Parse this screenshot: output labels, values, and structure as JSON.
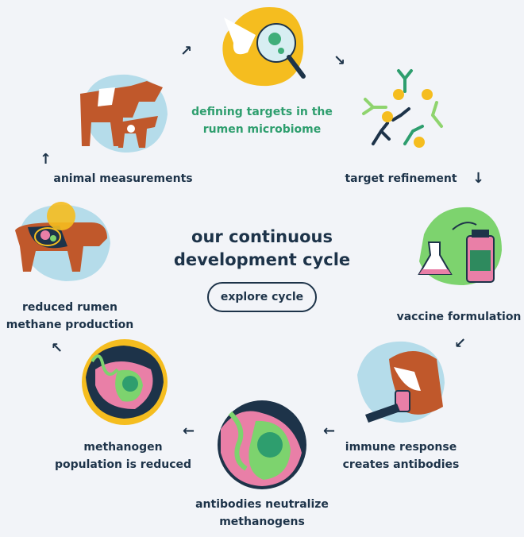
{
  "title_line1": "our continuous",
  "title_line2": "development cycle",
  "explore_button": "explore cycle",
  "colors": {
    "navy": "#1d3349",
    "green_text": "#2e9e6e",
    "yellow": "#f5bd1f",
    "light_blue": "#b5dcea",
    "pink": "#e97fa7",
    "green": "#7dd36e",
    "brown": "#c0582b"
  },
  "steps": [
    {
      "line1": "defining targets in the",
      "line2": "rumen microbiome",
      "icon": "magnifier-microbes"
    },
    {
      "line1": "target refinement",
      "icon": "antibodies-targets"
    },
    {
      "line1": "vaccine formulation",
      "icon": "flask-vial"
    },
    {
      "line1": "immune response",
      "line2": "creates antibodies",
      "icon": "cow-injection"
    },
    {
      "line1": "antibodies neutralize",
      "line2": "methanogens",
      "icon": "antibodies-microbes"
    },
    {
      "line1": "methanogen",
      "line2": "population is reduced",
      "icon": "microbes-reduced"
    },
    {
      "line1": "reduced rumen",
      "line2": "methane production",
      "icon": "cow-rumen"
    },
    {
      "line1": "animal measurements",
      "icon": "cows"
    }
  ]
}
